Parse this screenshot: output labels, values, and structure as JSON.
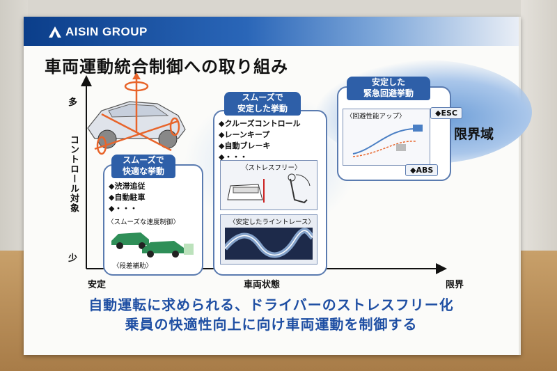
{
  "header": {
    "logo_text": "AISIN GROUP"
  },
  "title": "車両運動統合制御への取り組み",
  "axes": {
    "y_label": "コントロール対象",
    "y_high": "多",
    "y_low": "少",
    "x_left": "安定",
    "x_mid": "車両状態",
    "x_right": "限界"
  },
  "box_comfort": {
    "tab": [
      "スムーズで",
      "快適な挙動"
    ],
    "bullets": [
      "◆渋滞追従",
      "◆自動駐車",
      "◆・・・"
    ],
    "caption_top": "〈スムーズな速度制御〉",
    "caption_bottom": "〈段差補助〉"
  },
  "box_stable": {
    "tab": [
      "スムーズで",
      "安定した挙動"
    ],
    "bullets": [
      "◆クルーズコントロール",
      "◆レーンキープ",
      "◆自動ブレーキ",
      "◆・・・"
    ],
    "caption_stress": "〈ストレスフリー〉",
    "caption_trace": "〈安定したライントレース〉"
  },
  "box_emergency": {
    "tab": [
      "安定した",
      "緊急回避挙動"
    ],
    "caption": "〈回避性能アップ〉",
    "badge_esc": "◆ESC",
    "badge_abs": "◆ABS"
  },
  "limit_label": "限界域",
  "bottom_lines": [
    "自動運転に求められる、ドライバーのストレスフリー化",
    "乗員の快適性向上に向け車両運動を制御する"
  ],
  "colors": {
    "brand_blue": "#0b3e8a",
    "accent_blue": "#1f4fa3",
    "tab_blue": "#2e5fa8",
    "arrow_orange": "#e8642a"
  }
}
